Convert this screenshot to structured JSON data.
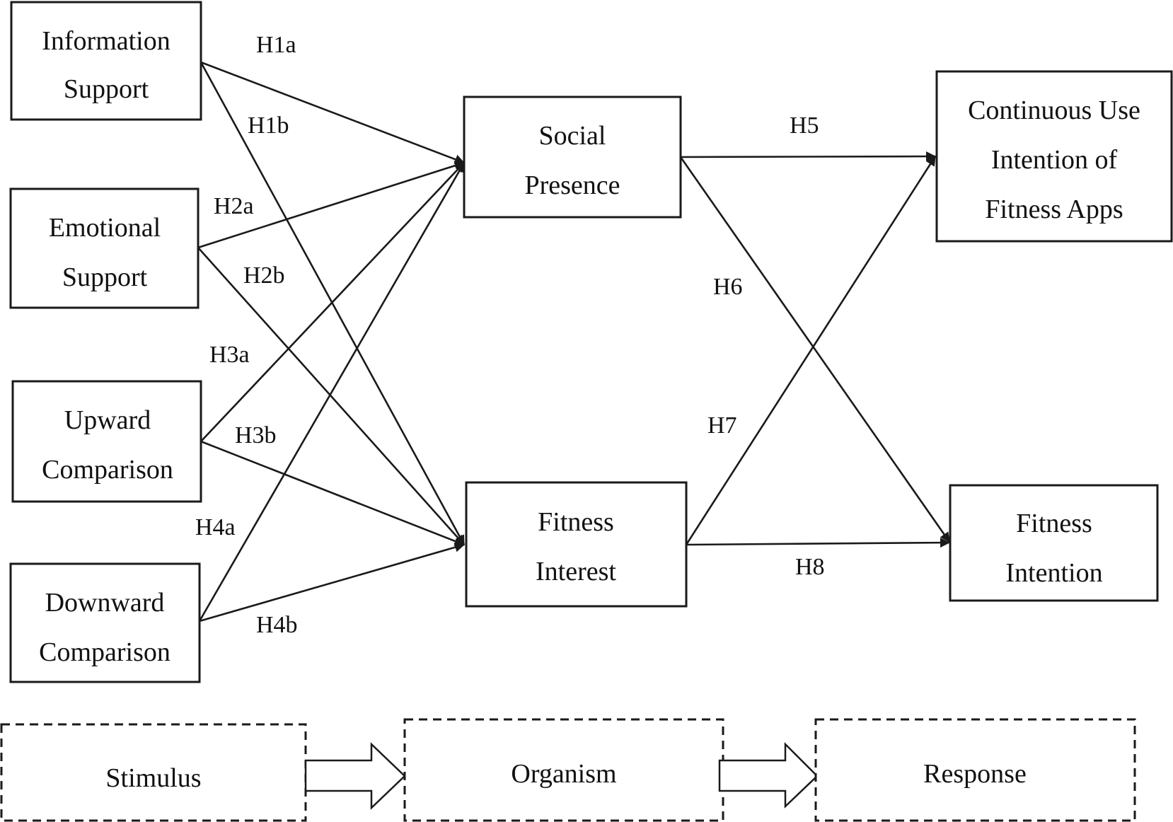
{
  "nodes": {
    "information_support": {
      "lines": [
        "Information",
        "Support"
      ]
    },
    "emotional_support": {
      "lines": [
        "Emotional",
        "Support"
      ]
    },
    "upward_comparison": {
      "lines": [
        "Upward",
        "Comparison"
      ]
    },
    "downward_comparison": {
      "lines": [
        "Downward",
        "Comparison"
      ]
    },
    "social_presence": {
      "lines": [
        "Social",
        "Presence"
      ]
    },
    "fitness_interest": {
      "lines": [
        "Fitness",
        "Interest"
      ]
    },
    "continuous_use": {
      "lines": [
        "Continuous Use",
        "Intention of",
        "Fitness Apps"
      ]
    },
    "fitness_intention": {
      "lines": [
        "Fitness",
        "Intention"
      ]
    }
  },
  "hypotheses": {
    "h1a": "H1a",
    "h1b": "H1b",
    "h2a": "H2a",
    "h2b": "H2b",
    "h3a": "H3a",
    "h3b": "H3b",
    "h4a": "H4a",
    "h4b": "H4b",
    "h5": "H5",
    "h6": "H6",
    "h7": "H7",
    "h8": "H8"
  },
  "sor": {
    "stimulus": "Stimulus",
    "organism": "Organism",
    "response": "Response"
  },
  "edges": [
    {
      "from": "information_support",
      "to": "social_presence",
      "label": "H1a"
    },
    {
      "from": "information_support",
      "to": "fitness_interest",
      "label": "H1b"
    },
    {
      "from": "emotional_support",
      "to": "social_presence",
      "label": "H2a"
    },
    {
      "from": "emotional_support",
      "to": "fitness_interest",
      "label": "H2b"
    },
    {
      "from": "upward_comparison",
      "to": "social_presence",
      "label": "H3a"
    },
    {
      "from": "upward_comparison",
      "to": "fitness_interest",
      "label": "H3b"
    },
    {
      "from": "downward_comparison",
      "to": "social_presence",
      "label": "H4a"
    },
    {
      "from": "downward_comparison",
      "to": "fitness_interest",
      "label": "H4b"
    },
    {
      "from": "social_presence",
      "to": "continuous_use",
      "label": "H5"
    },
    {
      "from": "social_presence",
      "to": "fitness_intention",
      "label": "H6"
    },
    {
      "from": "fitness_interest",
      "to": "continuous_use",
      "label": "H7"
    },
    {
      "from": "fitness_interest",
      "to": "fitness_intention",
      "label": "H8"
    }
  ]
}
